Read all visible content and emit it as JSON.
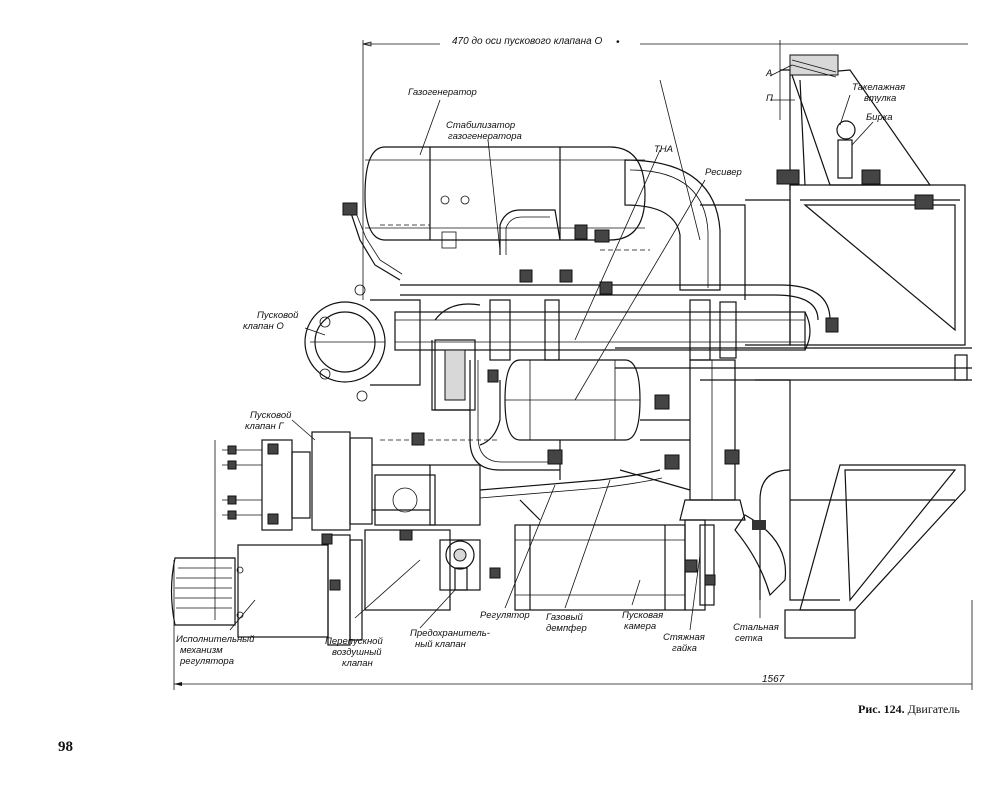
{
  "figure": {
    "dimension_top": "470 до оси пускового клапана О",
    "dimension_bottom": "1567",
    "labels": {
      "gas_generator": "Газогенератор",
      "stabilizer_1": "Стабилизатор",
      "stabilizer_2": "газогенератора",
      "tna": "ТНА",
      "receiver": "Ресивер",
      "rigging_1": "Такелажная",
      "rigging_2": "втулка",
      "tag": "Бирка",
      "mark_a": "А",
      "mark_p": "П",
      "start_valve_o_1": "Пусковой",
      "start_valve_o_2": "клапан О",
      "start_valve_g_1": "Пусковой",
      "start_valve_g_2": "клапан Г",
      "actuator_1": "Исполнительный",
      "actuator_2": "механизм",
      "actuator_3": "регулятора",
      "bypass_1": "Перепускной",
      "bypass_2": "воздушный",
      "bypass_3": "клапан",
      "safety_1": "Предохранитель-",
      "safety_2": "ный клапан",
      "regulator": "Регулятор",
      "gas_damper_1": "Газовый",
      "gas_damper_2": "демпфер",
      "start_chamber_1": "Пусковая",
      "start_chamber_2": "камера",
      "tie_nut_1": "Стяжная",
      "tie_nut_2": "гайка",
      "steel_mesh_1": "Стальная",
      "steel_mesh_2": "сетка"
    }
  },
  "caption": {
    "prefix": "Рис. 124.",
    "title": "Двигатель"
  },
  "page_number": "98"
}
